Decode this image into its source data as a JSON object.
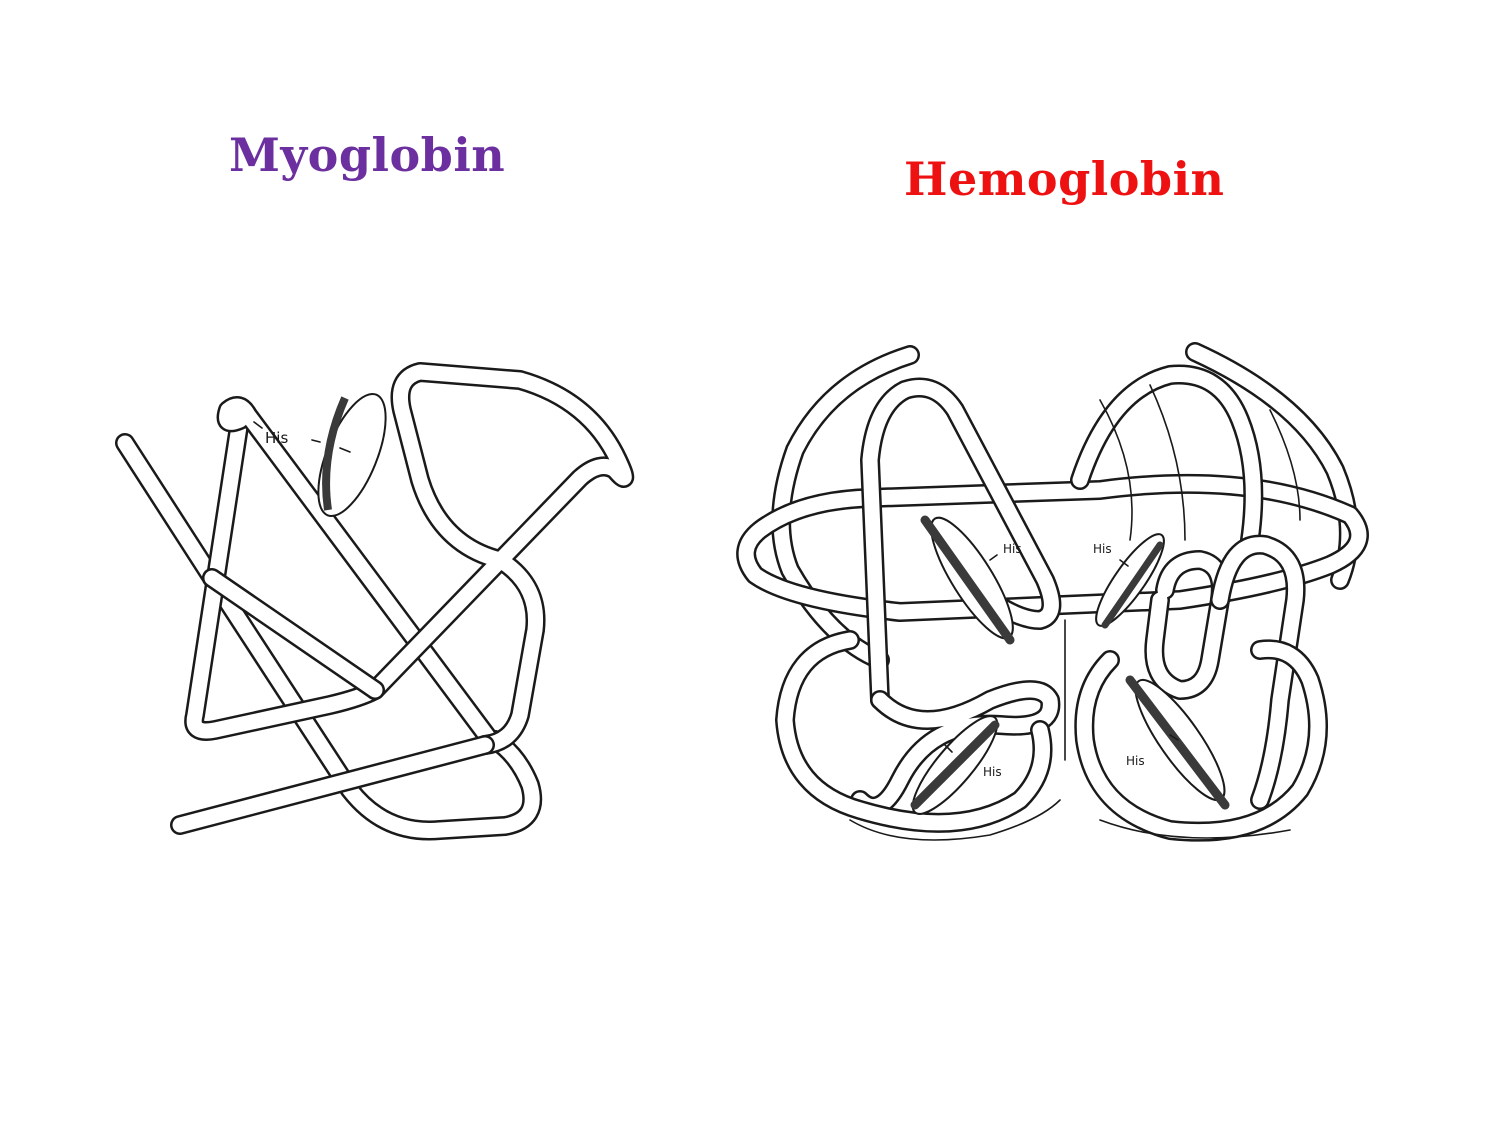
{
  "titles": {
    "myoglobin": "Myoglobin",
    "hemoglobin": "Hemoglobin"
  },
  "colors": {
    "myoglobin_title": "#6b2fa0",
    "hemoglobin_title": "#ee1111",
    "line": "#1a1a1a",
    "heme_fill": "#3a3a3a"
  },
  "myoglobin": {
    "labels": {
      "his": "His"
    }
  },
  "hemoglobin": {
    "labels": {
      "his_upper_left": "His",
      "his_upper_right": "His",
      "his_lower_left": "His",
      "his_lower_right": "His"
    }
  }
}
